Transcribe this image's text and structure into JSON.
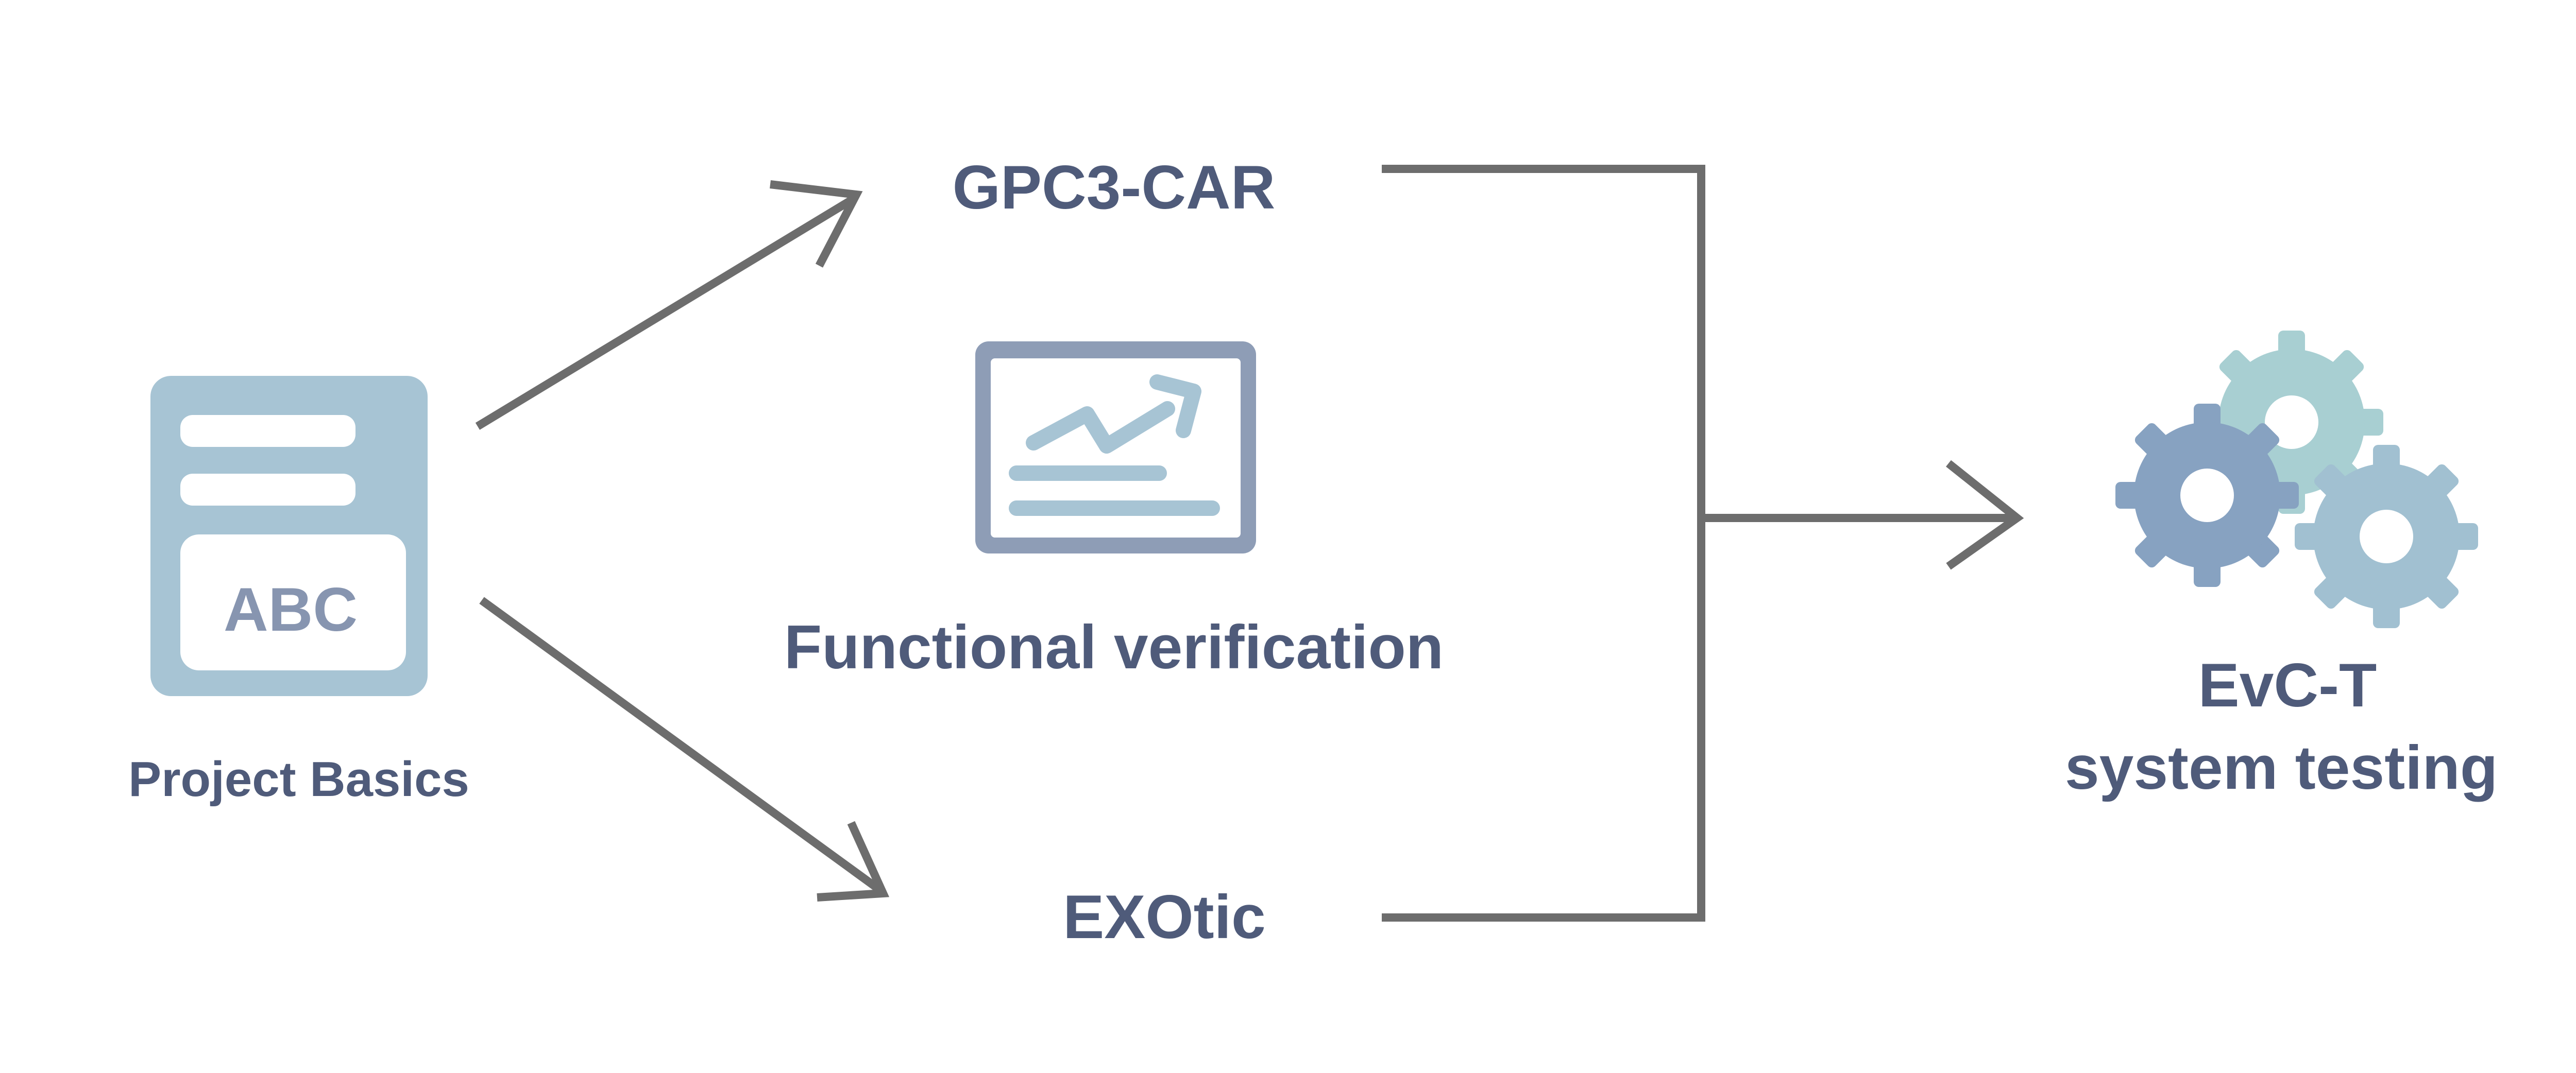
{
  "nodes": {
    "project_basics": {
      "label": "Project Basics",
      "icon": "document-icon",
      "icon_text": "ABC"
    },
    "gpc3_car": {
      "label": "GPC3-CAR"
    },
    "functional_verification": {
      "label": "Functional verification",
      "icon": "chart-board-icon"
    },
    "exotic": {
      "label": "EXOtic"
    },
    "evc_t": {
      "label_line1": "EvC-T",
      "label_line2": "system testing",
      "icon": "gears-icon"
    }
  },
  "colors": {
    "text": "#4f5b7a",
    "arrow": "#6d6d6d",
    "doc_fill": "#a7c4d4",
    "doc_text": "#8795b0",
    "board_frame": "#8e9db6",
    "board_content": "#a7c4d4",
    "gear_teal": "#a8cfd2",
    "gear_blue": "#87a2c1",
    "gear_light": "#a1c0d1"
  }
}
